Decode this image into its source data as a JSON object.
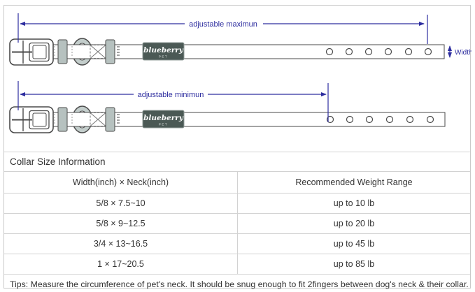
{
  "diagram": {
    "max_label": "adjustable maximun",
    "min_label": "adjustable minimun",
    "width_label": "Width",
    "logo": {
      "brand": "blueberry",
      "sub": "PET"
    },
    "holes_count": 6,
    "colors": {
      "annotation": "#2d2d9f",
      "keeper": "#b6c1bf",
      "ring_fill": "#c3cdcb",
      "logo_bg": "#4b5955",
      "outline": "#4a4a4a"
    }
  },
  "table": {
    "title": "Collar Size Information",
    "columns": [
      "Width(inch)  ×  Neck(inch)",
      "Recommended Weight Range"
    ],
    "rows": [
      {
        "size": "5/8 × 7.5~10",
        "weight": "up to 10 lb"
      },
      {
        "size": "5/8 × 9~12.5",
        "weight": "up to 20 lb"
      },
      {
        "size": "3/4 × 13~16.5",
        "weight": "up to 45 lb"
      },
      {
        "size": "1 × 17~20.5",
        "weight": "up to 85 lb"
      }
    ],
    "tips": "Tips: Measure the circumference of pet's neck. It should be snug enough to fit 2fingers between dog's neck & their collar."
  }
}
